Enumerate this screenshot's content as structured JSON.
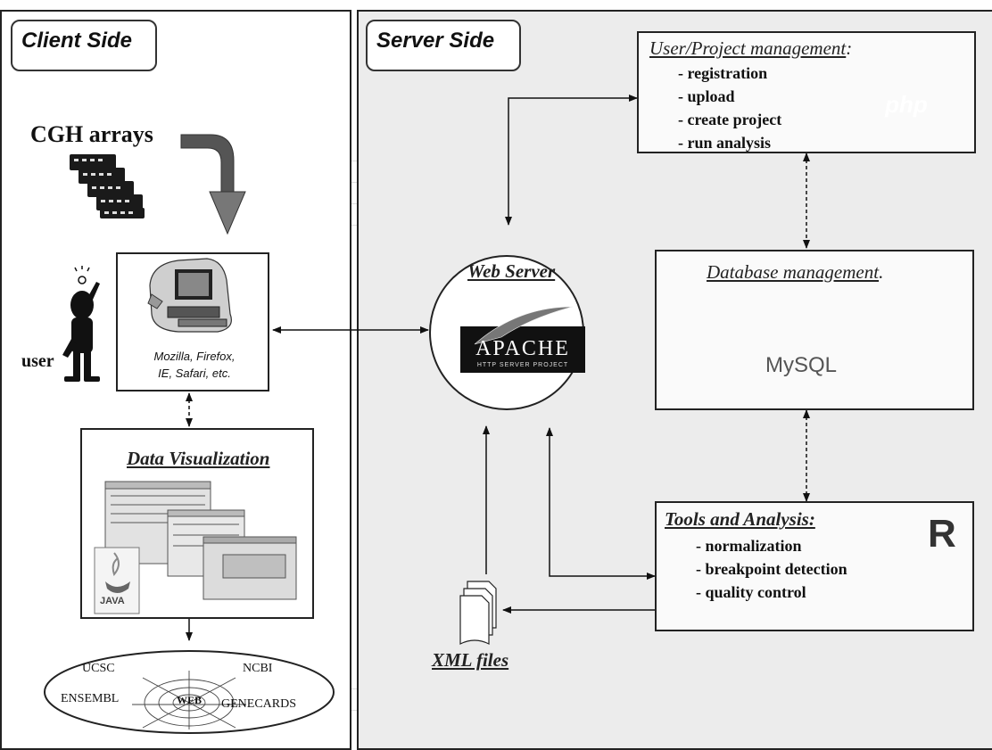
{
  "client_side": {
    "label": "Client Side",
    "cgh_label": "CGH arrays",
    "user_label": "user",
    "browser_caption": "Mozilla, Firefox, IE, Safari, etc.",
    "browser_caption_line1": "Mozilla, Firefox,",
    "browser_caption_line2": "IE, Safari, etc.",
    "visualization_title": "Data Visualization",
    "java_logo_text": "JAVA",
    "web_resources": {
      "center": "WEB",
      "items": [
        "UCSC",
        "NCBI",
        "ENSEMBL",
        "GENECARDS"
      ]
    }
  },
  "server_side": {
    "label": "Server Side",
    "web_server": {
      "title": "Web Server",
      "apache_logo_text": "APACHE",
      "apache_sub_text": "HTTP SERVER PROJECT"
    },
    "user_project_management": {
      "title": "User/Project management",
      "title_suffix": ":",
      "items": [
        "- registration",
        "- upload",
        "- create project",
        "- run analysis"
      ],
      "logo_text": "php"
    },
    "database_management": {
      "title": "Database  management",
      "title_suffix": ".",
      "logo_text": "MySQL"
    },
    "tools_and_analysis": {
      "title": "Tools and Analysis:",
      "items": [
        "- normalization",
        "- breakpoint detection",
        "- quality control"
      ],
      "logo_r_text": "R"
    },
    "xml_files_label": "XML files"
  },
  "colors": {
    "server_background": "#ececec",
    "client_background": "#ffffff",
    "border": "#222222",
    "arrow": "#111111",
    "funnel_arrow": "#555555"
  }
}
